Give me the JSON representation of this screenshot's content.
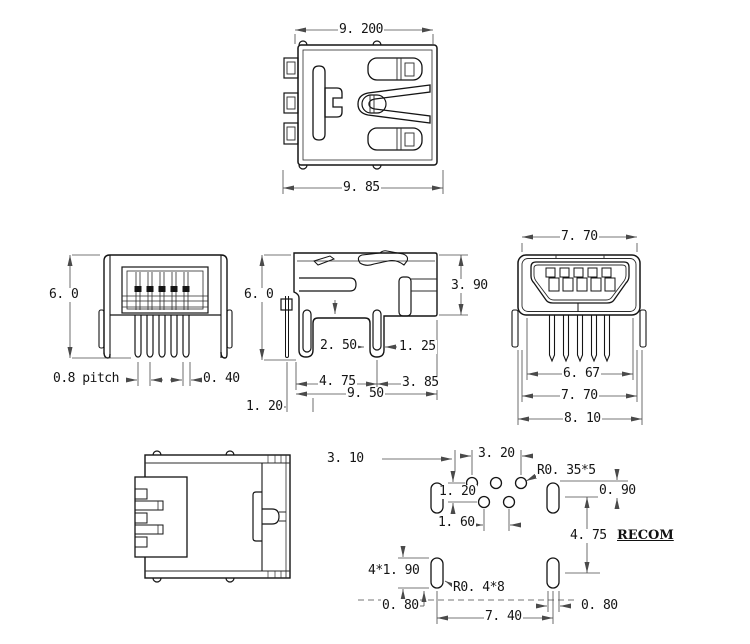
{
  "drawing": {
    "background": "#ffffff",
    "line_color": "#141414",
    "dim_line_color": "#4a4a4a",
    "views": {
      "top": {
        "title": "top-view",
        "width_top": "9. 200",
        "width_bottom": "9. 85"
      },
      "rear": {
        "title": "rear-view",
        "height": "6. 0",
        "pitch": "0.8 pitch",
        "pin_width": "0. 40"
      },
      "side": {
        "title": "side-view",
        "height": "6. 0",
        "mouth_height": "3. 90",
        "slot_gap": "2. 50",
        "slot_width": "1. 25",
        "front_span": "4. 75",
        "rear_span": "3. 85",
        "total_depth": "9. 50",
        "pin_setback": "1. 20"
      },
      "front": {
        "title": "front-view",
        "shell_width": "7. 70",
        "pin_span": "6. 67",
        "body_width": "7. 70",
        "overall_width": "8. 10"
      },
      "bottom": {
        "title": "bottom-view"
      },
      "footprint": {
        "title": "recommended-pcb-footprint",
        "lead_in": "3. 10",
        "top_hole_span": "3. 20",
        "hole_note": "R0. 35*5",
        "row_gap": "1. 20",
        "pad_offset": "0. 90",
        "bottom_hole_span": "1. 60",
        "pad_row_gap": "4. 75",
        "pad_note": "4*1. 90",
        "slot_note": "R0. 4*8",
        "edge_left": "0. 80",
        "pad_span": "7. 40",
        "pad_width": "0. 80",
        "note": "RECOM"
      }
    }
  }
}
